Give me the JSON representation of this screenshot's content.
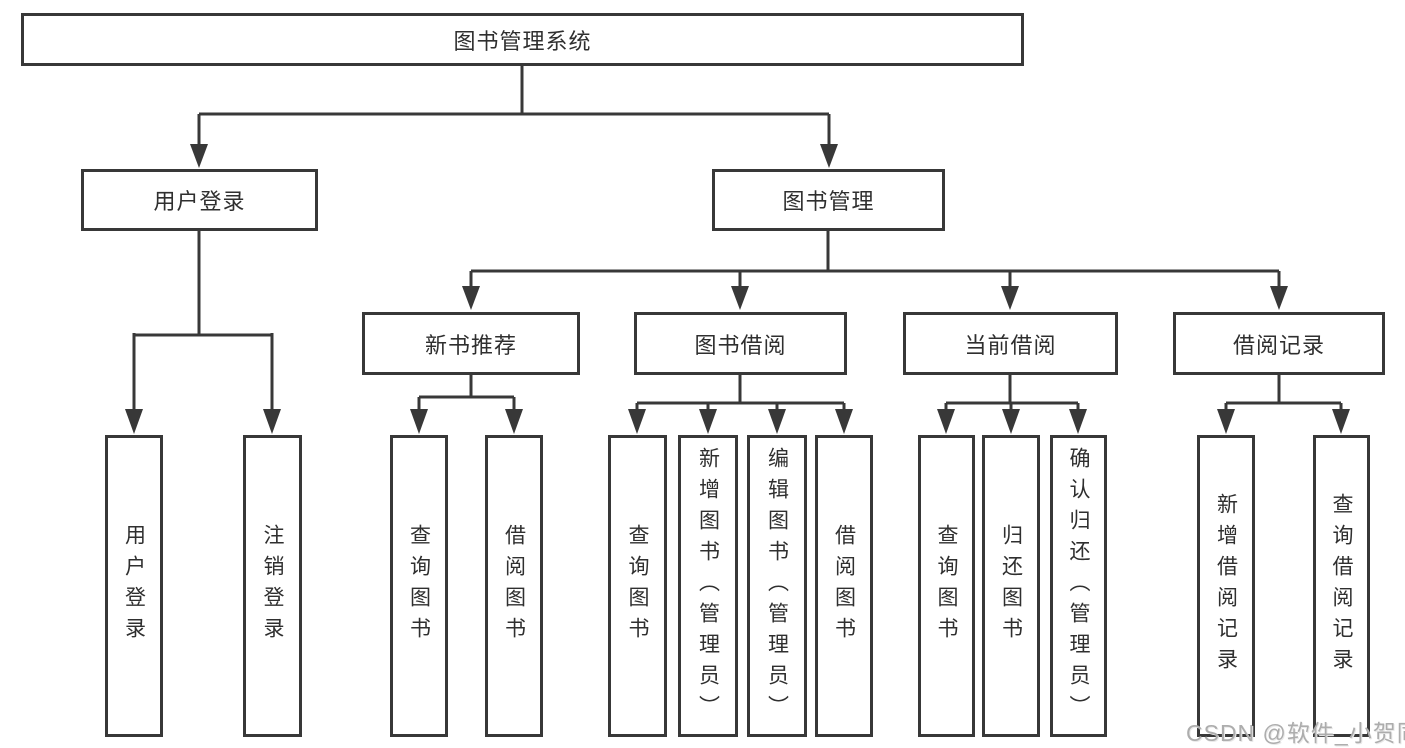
{
  "root": {
    "label": "图书管理系统"
  },
  "level2": [
    {
      "label": "用户登录",
      "children": [
        {
          "label": "用户登录"
        },
        {
          "label": "注销登录"
        }
      ]
    },
    {
      "label": "图书管理",
      "children": [
        {
          "label": "新书推荐",
          "children": [
            {
              "label": "查询图书"
            },
            {
              "label": "借阅图书"
            }
          ]
        },
        {
          "label": "图书借阅",
          "children": [
            {
              "label": "查询图书"
            },
            {
              "label": "新增图书（管理员）"
            },
            {
              "label": "编辑图书（管理员）"
            },
            {
              "label": "借阅图书"
            }
          ]
        },
        {
          "label": "当前借阅",
          "children": [
            {
              "label": "查询图书"
            },
            {
              "label": "归还图书"
            },
            {
              "label": "确认归还（管理员）"
            }
          ]
        },
        {
          "label": "借阅记录",
          "children": [
            {
              "label": "新增借阅记录"
            },
            {
              "label": "查询借阅记录"
            }
          ]
        }
      ]
    }
  ],
  "watermark": {
    "text": "CSDN @软件_小贺同学",
    "color": "#adadad"
  },
  "colors": {
    "line": "#383838",
    "box_border": "#383838",
    "text": "#2f2f2f",
    "background": "#ffffff"
  }
}
